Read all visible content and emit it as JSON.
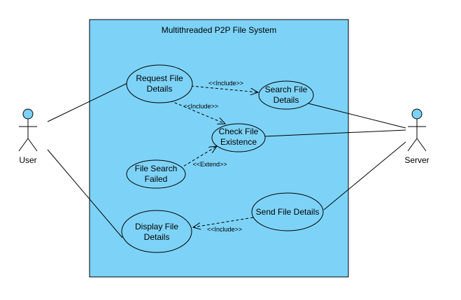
{
  "diagram": {
    "system_title": "Multithreaded P2P File System",
    "colors": {
      "system_fill": "#7dd3f7",
      "usecase_fill": "#7dd3f7",
      "actor_head_fill": "#7dd3f7",
      "stroke": "#000000"
    },
    "actors": {
      "user": {
        "name": "User"
      },
      "server": {
        "name": "Server"
      }
    },
    "use_cases": {
      "request_file_details": {
        "lines": [
          "Request File",
          "Details"
        ]
      },
      "search_file_details": {
        "lines": [
          "Search File",
          "Details"
        ]
      },
      "check_file_existence": {
        "lines": [
          "Check File",
          "Existence"
        ]
      },
      "file_search_failed": {
        "lines": [
          "File Search",
          "Failed"
        ]
      },
      "send_file_details": {
        "lines": [
          "Send File Details"
        ]
      },
      "display_file_details": {
        "lines": [
          "Display File",
          "Details"
        ]
      }
    },
    "relations": {
      "request_search": "<<Include>>",
      "request_check": "<<Include>>",
      "failed_check": "<<Extend>>",
      "send_display": "<<Include>>"
    }
  }
}
